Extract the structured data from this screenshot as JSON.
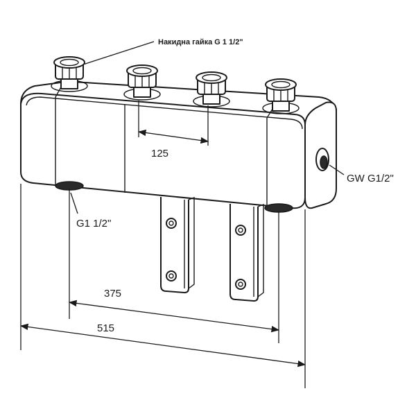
{
  "labels": {
    "nut": "Накидна гайка G 1 1/2\"",
    "side_port": "GW G1/2\"",
    "bottom_port": "G1 1/2\""
  },
  "dimensions": {
    "spacing": "125",
    "inner_width": "375",
    "overall_width": "515"
  }
}
